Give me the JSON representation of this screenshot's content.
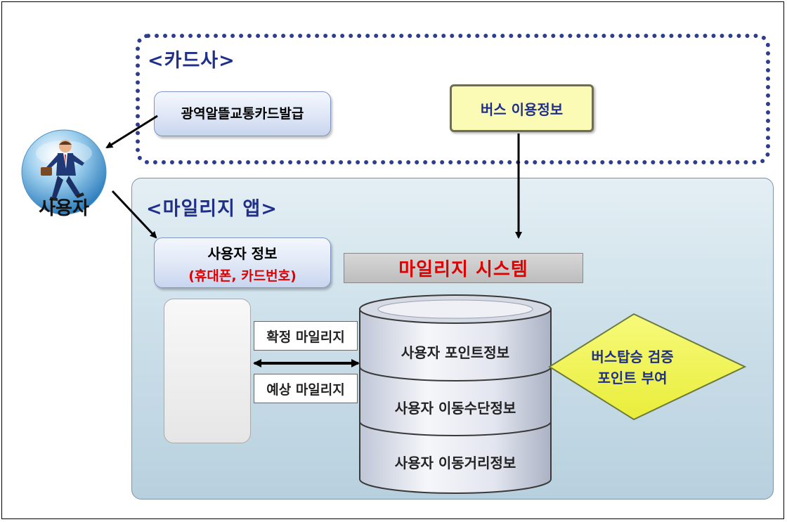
{
  "card_company": {
    "title": "<카드사>",
    "card_issue_label": "광역알뜰교통카드발급",
    "bus_usage_label": "버스 이용정보"
  },
  "user": {
    "label": "사용자"
  },
  "mileage_app": {
    "title": "<마일리지 앱>",
    "user_info_label": "사용자 정보",
    "user_info_detail": "(휴대폰, 카드번호)",
    "system_label": "마일리지 시스템",
    "confirmed_mileage": "확정 마일리지",
    "expected_mileage": "예상 마일리지",
    "db_layers": [
      "사용자 포인트정보",
      "사용자 이동수단정보",
      "사용자 이동거리정보"
    ],
    "verify_line1": "버스탑승 검증",
    "verify_line2": "포인트 부여"
  },
  "colors": {
    "title_blue": "#1f2f8a",
    "highlight_red": "#e00000",
    "bus_box_fill": "#fbfbb5",
    "diamond_fill": "#f3f65c"
  }
}
